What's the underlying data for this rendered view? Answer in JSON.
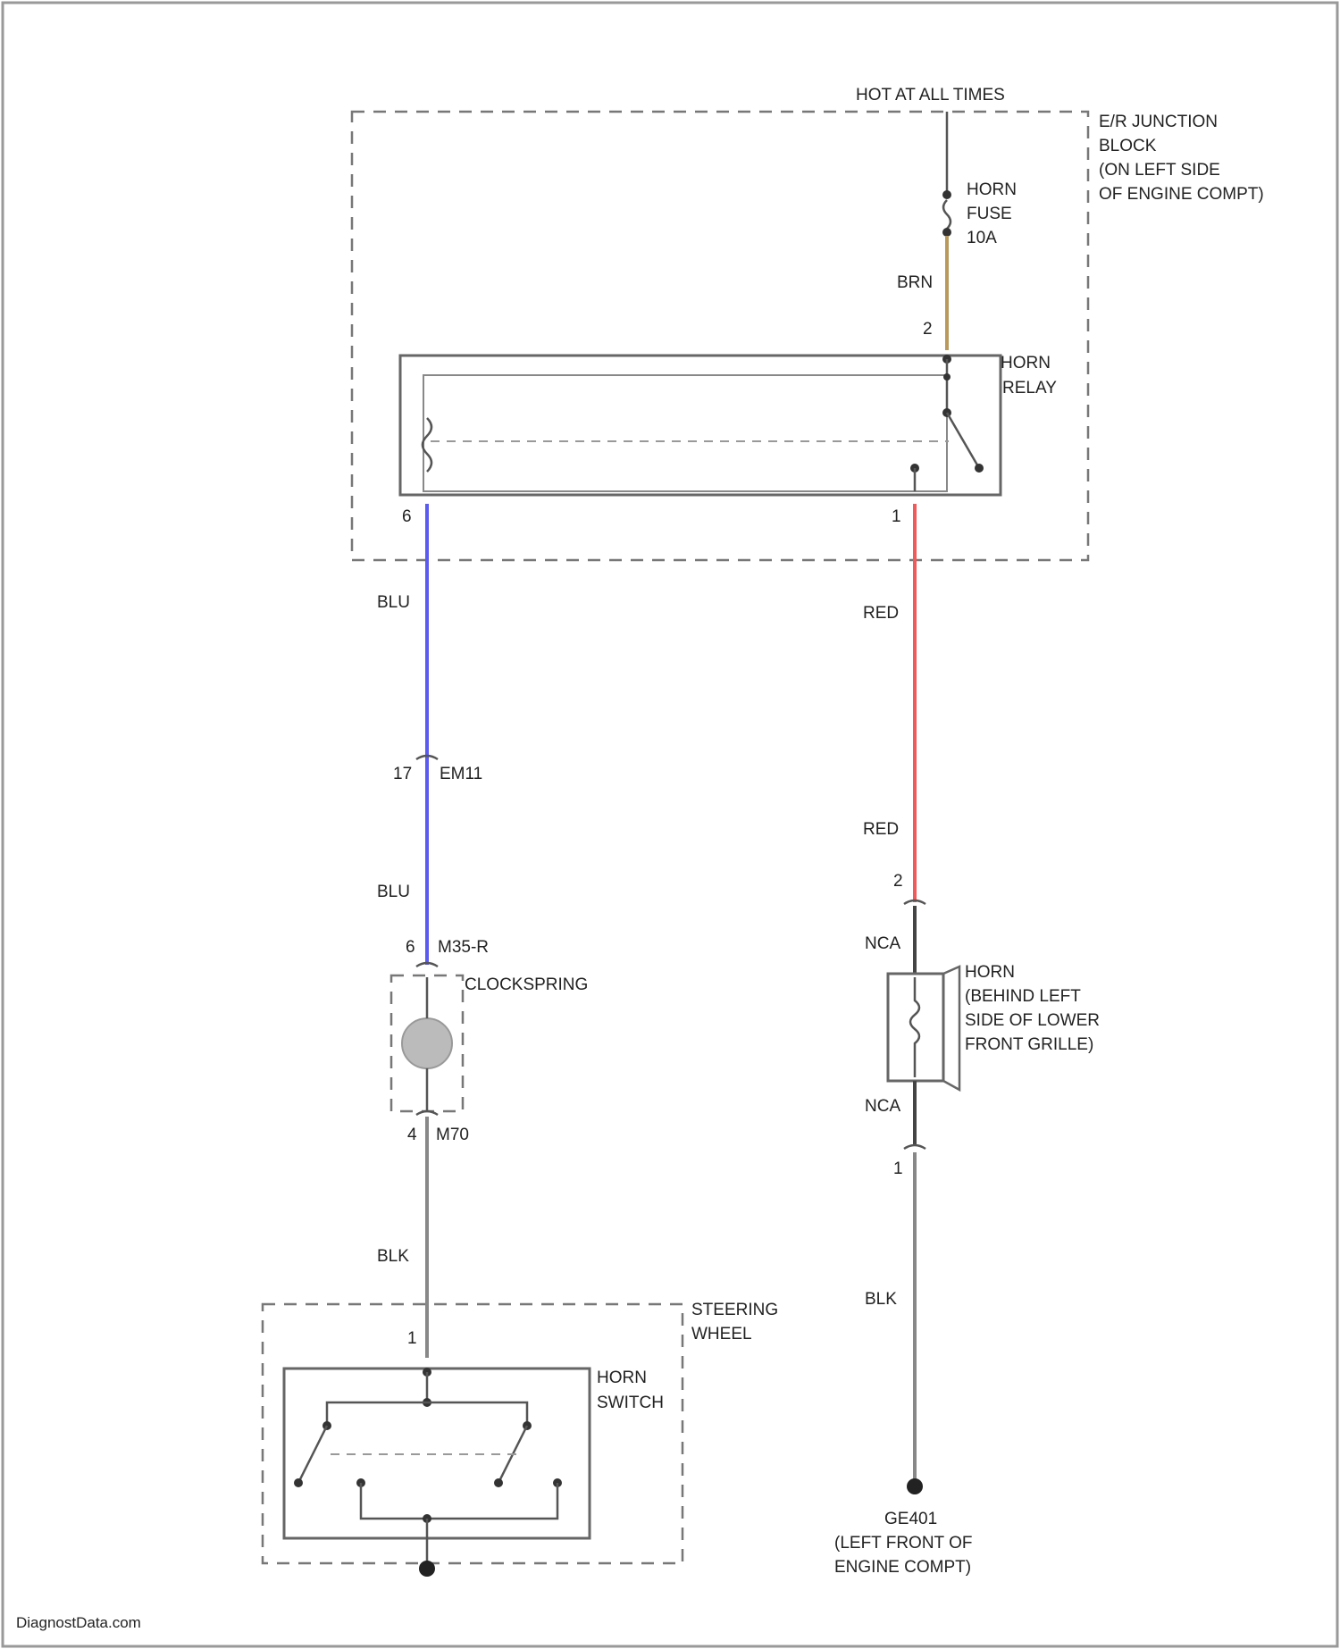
{
  "power_label": "HOT AT ALL TIMES",
  "junction_block": {
    "lines": [
      "E/R JUNCTION",
      "BLOCK",
      "(ON LEFT SIDE",
      "OF ENGINE COMPT)"
    ]
  },
  "fuse": {
    "lines": [
      "HORN",
      "FUSE",
      "10A"
    ],
    "wire_color_label": "BRN",
    "pin": "2"
  },
  "relay": {
    "lines": [
      "HORN",
      "RELAY"
    ],
    "pin_left": "6",
    "pin_right": "1"
  },
  "left_circuit": {
    "wire1_label": "BLU",
    "connector1_pin": "17",
    "connector1_id": "EM11",
    "wire2_label": "BLU",
    "connector2_pin": "6",
    "connector2_id": "M35-R",
    "clockspring_label": "CLOCKSPRING",
    "connector3_pin": "4",
    "connector3_id": "M70",
    "wire3_label": "BLK",
    "switch_pin": "1"
  },
  "right_circuit": {
    "wire1_label": "RED",
    "wire2_label": "RED",
    "horn_pin_top": "2",
    "nca_top": "NCA",
    "nca_bottom": "NCA",
    "horn_pin_bottom": "1",
    "wire3_label": "BLK",
    "horn_lines": [
      "HORN",
      "(BEHIND LEFT",
      "SIDE OF LOWER",
      "FRONT GRILLE)"
    ]
  },
  "steering_wheel": {
    "lines": [
      "STEERING",
      "WHEEL"
    ]
  },
  "horn_switch": {
    "lines": [
      "HORN",
      "SWITCH"
    ]
  },
  "ground": {
    "id": "GE401",
    "lines": [
      "(LEFT FRONT OF",
      "ENGINE COMPT)"
    ]
  },
  "watermark": "DiagnostData.com",
  "colors": {
    "blu": "#5b5bf0",
    "red": "#f05a5a",
    "brn": "#b99a5c",
    "blk": "#888888",
    "dark_blk": "#444444"
  }
}
